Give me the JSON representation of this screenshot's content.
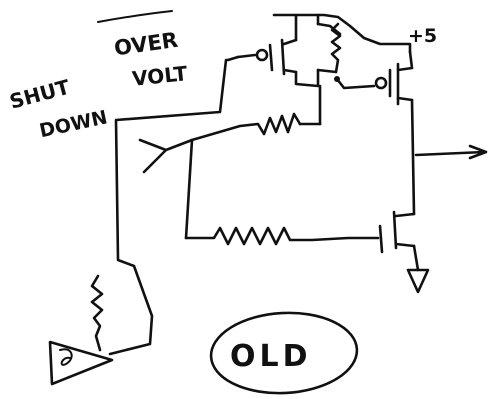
{
  "labels": {
    "overbar_text": "OVER",
    "line2_left": "SHUT",
    "line2_right": "VOLT",
    "line3": "DOWN",
    "supply": "+5",
    "stamp": "OLD"
  },
  "colors": {
    "ink": "#111111",
    "paper": "#ffffff"
  },
  "symbols": [
    "pmos-transistor-left",
    "pmos-transistor-right",
    "pull-up-resistor",
    "feedback-resistor",
    "bias-resistor",
    "nmos-transistor",
    "ground-symbol",
    "output-arrow",
    "input-arrow",
    "led-diode",
    "led-resistor"
  ]
}
